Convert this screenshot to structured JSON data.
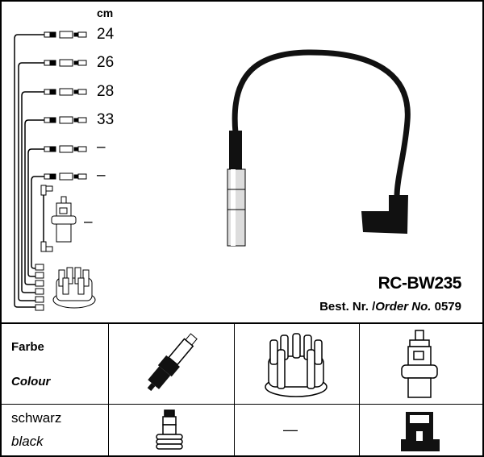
{
  "lengths": {
    "unit": "cm",
    "cables": [
      "24",
      "26",
      "28",
      "33",
      "–",
      "–"
    ],
    "coil_cable": "–"
  },
  "product": {
    "code": "RC-BW235",
    "order_label_de": "Best. Nr.",
    "order_separator": "/",
    "order_label_en": "Order No.",
    "order_number": "0579"
  },
  "table": {
    "header_de": "Farbe",
    "header_en": "Colour",
    "colour_de": "schwarz",
    "colour_en": "black",
    "distributor_value": "—"
  }
}
